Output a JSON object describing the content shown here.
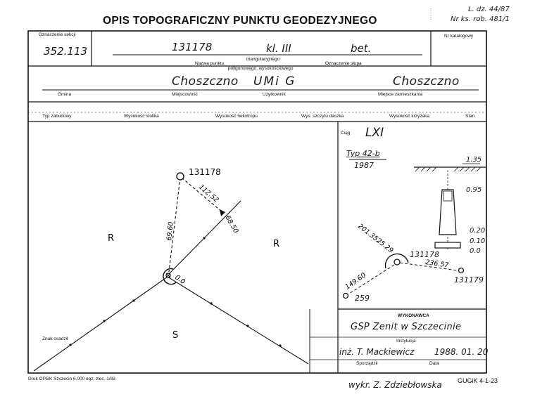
{
  "header": {
    "title": "OPIS TOPOGRAFICZNY PUNKTU GEODEZYJNEGO",
    "ref_line1": "L. dz. 44/87",
    "ref_line2": "Nr ks. rob. 481/1"
  },
  "row1": {
    "section_label": "Oznaczenie sekcji",
    "section_value": "352.113",
    "catalog_label": "Nr katalogowy",
    "point_number": "131178",
    "point_class": "kl. III",
    "post_type": "bet.",
    "name_label": "Nazwa punktu",
    "triangulation_label": "triangulacyjnego",
    "polygon_label": "poligonowego; wysokościowego",
    "post_label": "Oznaczenie słupa"
  },
  "row2": {
    "gmina_value": "Choszczno",
    "locality_value": "UMi G",
    "residence_value": "Choszczno",
    "gmina_label": "Gmina",
    "locality_label": "Miejscowość",
    "user_label": "Użytkownik",
    "residence_label": "Miejsce zamieszkania"
  },
  "row3": {
    "building_label": "Typ zabudowy",
    "table_height_label": "Wysokość stolika",
    "heliotrope_label": "Wysokość heliotropu",
    "shield_label": "Wys. szczytu daszka",
    "cross_label": "Wysokość krzyżaka",
    "state_label": "Stan"
  },
  "sketch": {
    "point_label": "131178",
    "dist_a": "112.52",
    "dist_b": "69.60",
    "dist_c": "68.50",
    "angle": "0.0",
    "zone_r1": "R",
    "zone_r2": "R",
    "zone_s": "S",
    "marker_label": "Znak osadził"
  },
  "right_panel": {
    "ciag_label": "Ciąg",
    "ciag_value": "LXI",
    "type_value": "Typ 42-b",
    "year_value": "1987",
    "depth_value": "1.35",
    "h1": "0.95",
    "h2": "0.20",
    "h3": "0.10",
    "h4": "0.0",
    "dir_angle": "201.3525.29",
    "dist_right": "236.57",
    "dist_left": "149.60",
    "point_center": "131178",
    "point_right": "131179",
    "point_left": "259"
  },
  "executor": {
    "header": "WYKONAWCA",
    "institution_value": "GSP Zenit w Szczecinie",
    "institution_label": "Instytucja",
    "author_value": "inż. T. Mackiewicz",
    "date_value": "1988. 01. 20",
    "author_label": "Sporządził",
    "date_label": "Data"
  },
  "footer": {
    "print_note": "Druk OPGK Szczecin 6.000 egz. zlec. 1/83",
    "drawn_by": "wykr. Z. Zdziebłowska",
    "form_code": "GUGiK 4-1-23"
  }
}
